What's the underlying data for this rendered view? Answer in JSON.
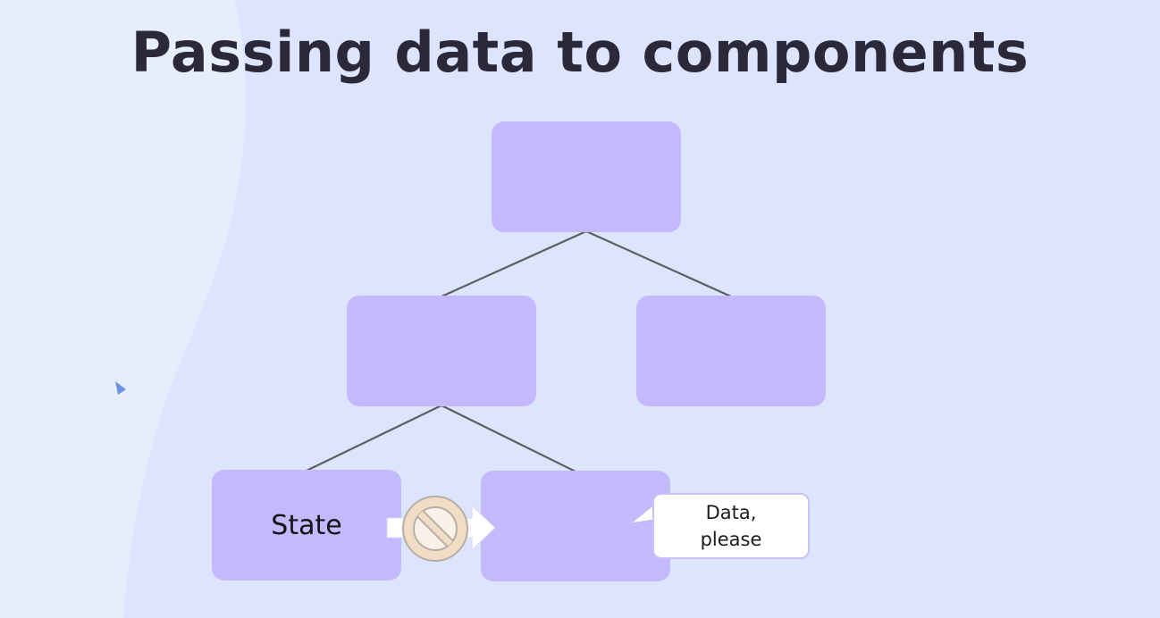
{
  "slide": {
    "title": "Passing data to components"
  },
  "diagram": {
    "nodes": [
      {
        "id": "root",
        "label": ""
      },
      {
        "id": "child-left",
        "label": ""
      },
      {
        "id": "child-right",
        "label": ""
      },
      {
        "id": "grandchild-state",
        "label": "State"
      },
      {
        "id": "grandchild-sibling",
        "label": ""
      }
    ],
    "edges": [
      {
        "from": "root",
        "to": "child-left"
      },
      {
        "from": "root",
        "to": "child-right"
      },
      {
        "from": "child-left",
        "to": "grandchild-state"
      },
      {
        "from": "child-left",
        "to": "grandchild-sibling"
      }
    ],
    "speech_bubble": {
      "line1": "Data,",
      "line2": "please"
    },
    "blocked_transfer_icon": "prohibited-icon"
  },
  "colors": {
    "background": "#dce5fd",
    "background_wave": "#e6edfd",
    "node_fill": "#c5b9fd",
    "edge_stroke": "#5f5f5f",
    "title_text": "#2a2839",
    "prohibited_fill": "#f1dcc6",
    "prohibited_stroke": "#b8aea3"
  }
}
